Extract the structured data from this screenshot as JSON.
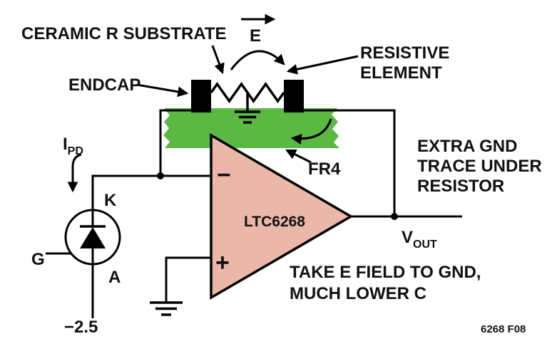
{
  "figure": {
    "caption": "6268 F08",
    "caption_color": "#b06a32"
  },
  "colors": {
    "background": "#ffffff",
    "wire": "#000000",
    "fr4_board": "#5ab843",
    "opamp_fill": "#ebb7a9",
    "text": "#111111"
  },
  "annotations": {
    "ceramic_substrate": "CERAMIC R SUBSTRATE",
    "e_field": "E",
    "resistive_element": [
      "RESISTIVE",
      "ELEMENT"
    ],
    "endcap": "ENDCAP",
    "extra_gnd": [
      "EXTRA GND",
      "TRACE UNDER",
      "RESISTOR"
    ],
    "fr4": "FR4",
    "note": [
      "TAKE E FIELD TO GND,",
      "MUCH LOWER C"
    ]
  },
  "opamp": {
    "part": "LTC6268",
    "inverting": "−",
    "noninverting": "+"
  },
  "photodiode": {
    "cathode": "K",
    "anode": "A",
    "guard": "G",
    "bias": "−2.5"
  },
  "current": {
    "symbol": "I",
    "subscript": "PD"
  },
  "output": {
    "symbol": "V",
    "subscript": "OUT"
  }
}
